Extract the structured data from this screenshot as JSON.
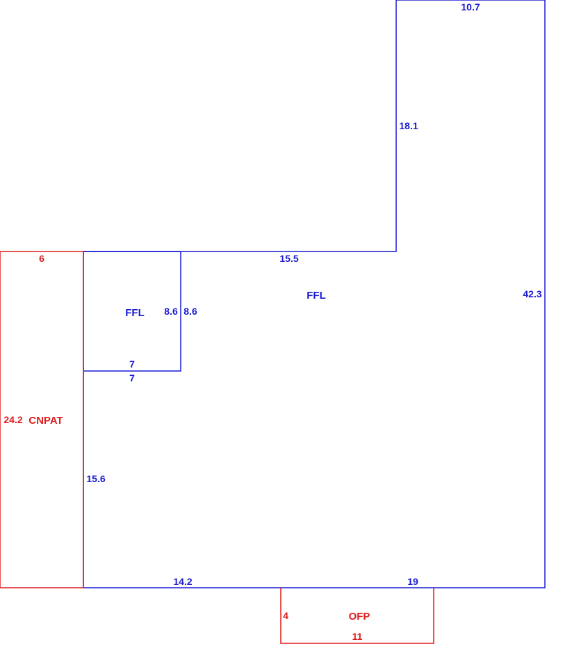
{
  "colors": {
    "main": "#1a1ad4",
    "secondary": "#dd1c1c",
    "background": "#ffffff"
  },
  "areas": {
    "ffl_main": {
      "label": "FFL"
    },
    "ffl_small": {
      "label": "FFL"
    },
    "cnpat": {
      "label": "CNPAT"
    },
    "ofp": {
      "label": "OFP"
    }
  },
  "dimensions": {
    "top_right_width": "10.7",
    "right_upper_height": "18.1",
    "main_top_width": "15.5",
    "right_total_height": "42.3",
    "small_right_left": "8.6",
    "small_right_right": "8.6",
    "small_bottom_top": "7",
    "small_bottom_bottom": "7",
    "main_left_height": "15.6",
    "bottom_left_width": "14.2",
    "bottom_right_width": "19",
    "cnpat_width": "6",
    "cnpat_height": "24.2",
    "ofp_height": "4",
    "ofp_width": "11"
  }
}
